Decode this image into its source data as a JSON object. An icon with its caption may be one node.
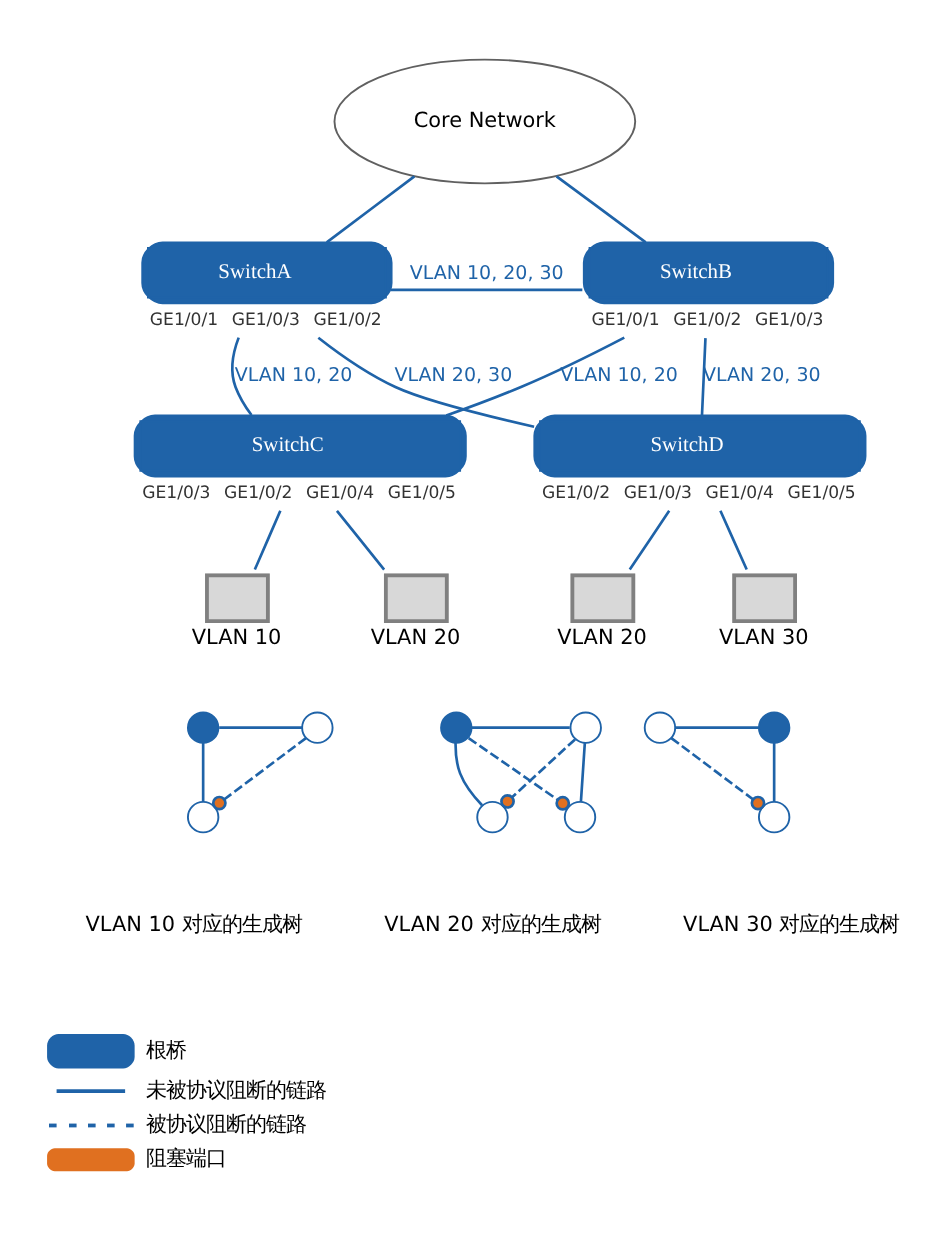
{
  "diagram": {
    "nodes": [
      {
        "text": [
          "Core Network"
        ]
      },
      {
        "text": [
          "SwitchA"
        ],
        "beside": [
          "GE1/0/1",
          "GE1/0/3",
          "GE1/0/2"
        ]
      },
      {
        "text": [
          "SwitchB"
        ],
        "beside": [
          "GE1/0/1",
          "GE1/0/2",
          "GE1/0/3"
        ]
      },
      {
        "text": [
          "SwitchC"
        ],
        "beside": [
          "GE1/0/3",
          "GE1/0/2",
          "GE1/0/4",
          "GE1/0/5"
        ]
      },
      {
        "text": [
          "SwitchD"
        ],
        "beside": [
          "GE1/0/2",
          "GE1/0/3",
          "GE1/0/4",
          "GE1/0/5"
        ]
      },
      {
        "text": [],
        "shape": "computer",
        "beside": [
          "VLAN 10"
        ]
      },
      {
        "text": [],
        "shape": "computer",
        "beside": [
          "VLAN 20"
        ]
      },
      {
        "text": [],
        "shape": "computer",
        "beside": [
          "VLAN 20"
        ]
      },
      {
        "text": [],
        "shape": "computer",
        "beside": [
          "VLAN 30"
        ]
      },
      {
        "text": [],
        "shape": "circle"
      },
      {
        "text": [],
        "shape": "circle"
      },
      {
        "text": [],
        "shape": "circle"
      },
      {
        "text": [],
        "shape": "circle"
      },
      {
        "text": [],
        "shape": "circle"
      },
      {
        "text": [],
        "shape": "circle"
      },
      {
        "text": [],
        "shape": "circle"
      },
      {
        "text": [],
        "shape": "circle"
      },
      {
        "text": [],
        "shape": "circle"
      },
      {
        "text": [],
        "shape": "circle"
      }
    ],
    "edges": [
      {
        "from": 0,
        "to": 1,
        "arrow": "none"
      },
      {
        "from": 0,
        "to": 2,
        "arrow": "none"
      },
      {
        "from": 1,
        "to": 2,
        "arrow": "none",
        "label": "VLAN 10, 20, 30"
      },
      {
        "from": 1,
        "to": 3,
        "arrow": "none",
        "label": "VLAN 10, 20"
      },
      {
        "from": 1,
        "to": 4,
        "arrow": "none",
        "label": "VLAN 20, 30"
      },
      {
        "from": 2,
        "to": 3,
        "arrow": "none",
        "label": "VLAN 10, 20"
      },
      {
        "from": 2,
        "to": 4,
        "arrow": "none",
        "label": "VLAN 20, 30"
      },
      {
        "from": 3,
        "to": 5,
        "arrow": "none"
      },
      {
        "from": 3,
        "to": 6,
        "arrow": "none"
      },
      {
        "from": 4,
        "to": 7,
        "arrow": "none"
      },
      {
        "from": 4,
        "to": 8,
        "arrow": "none"
      },
      {
        "from": 9,
        "to": 10,
        "arrow": "none"
      },
      {
        "from": 9,
        "to": 11,
        "arrow": "none"
      },
      {
        "from": 10,
        "to": 11,
        "arrow": "other",
        "style": "dashed"
      },
      {
        "from": 12,
        "to": 13,
        "arrow": "none"
      },
      {
        "from": 12,
        "to": 14,
        "arrow": "none"
      },
      {
        "from": 13,
        "to": 15,
        "arrow": "none"
      },
      {
        "from": 12,
        "to": 15,
        "arrow": "other",
        "style": "dashed"
      },
      {
        "from": 13,
        "to": 14,
        "arrow": "other",
        "style": "dashed"
      },
      {
        "from": 16,
        "to": 17,
        "arrow": "none"
      },
      {
        "from": 17,
        "to": 18,
        "arrow": "none"
      },
      {
        "from": 16,
        "to": 18,
        "arrow": "other",
        "style": "dashed"
      }
    ],
    "labels": [
      "VLAN 10 对应的生成树",
      "VLAN 20 对应的生成树",
      "VLAN 30 对应的生成树"
    ],
    "legend": [
      {
        "text": "根桥"
      },
      {
        "text": "未被协议阻断的链路"
      },
      {
        "text": "被协议阻断的链路"
      },
      {
        "text": "阻塞端口"
      }
    ]
  }
}
